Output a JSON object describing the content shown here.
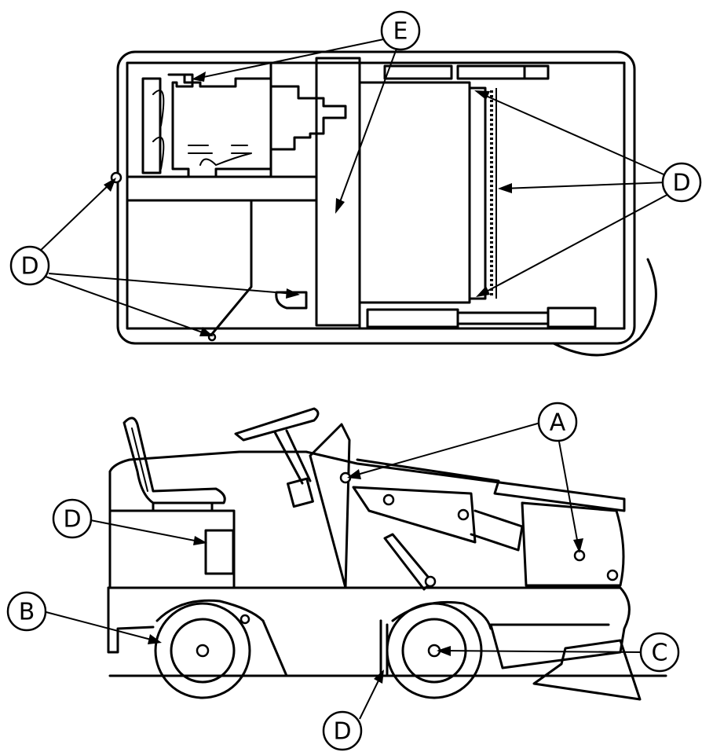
{
  "callouts": {
    "a1": "A",
    "a2": "A",
    "b": "B",
    "c": "C",
    "d_top_right": "D",
    "d_top_left": "D",
    "d_side_left": "D",
    "d_side_bottom": "D",
    "e": "E"
  },
  "colors": {
    "line": "#000000",
    "background": "#ffffff"
  }
}
